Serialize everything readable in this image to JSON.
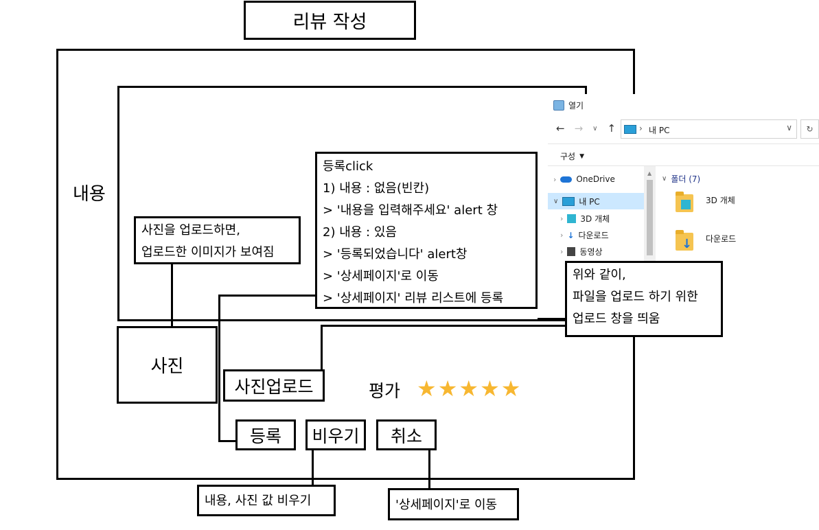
{
  "header": {
    "title": "리뷰 작성"
  },
  "form": {
    "content_label": "내용",
    "photo_label": "사진",
    "photo_upload_button": "사진업로드",
    "rating_label": "평가",
    "rating_stars": 5,
    "register_button": "등록",
    "clear_button": "비우기",
    "cancel_button": "취소"
  },
  "notes": {
    "photo_preview": [
      "사진을 업로드하면,",
      "업로드한 이미지가 보여짐"
    ],
    "register_click": [
      "등록click",
      "1) 내용 : 없음(빈칸)",
      "> '내용을 입력해주세요' alert 창",
      "2) 내용 : 있음",
      "> '등록되었습니다' alert창",
      "> '상세페이지'로 이동",
      "> '상세페이지' 리뷰 리스트에 등록"
    ],
    "upload_dialog": [
      "위와 같이,",
      "파일을 업로드 하기 위한",
      "업로드 창을 띄움"
    ],
    "clear": "내용, 사진 값 비우기",
    "cancel": "'상세페이지'로 이동"
  },
  "file_dialog": {
    "title": "열기",
    "path": "내 PC",
    "organize": "구성",
    "nav_items": [
      {
        "label": "OneDrive",
        "icon": "cloud-icon"
      },
      {
        "label": "내 PC",
        "icon": "pc-icon"
      },
      {
        "label": "3D 개체",
        "icon": "cube-icon"
      },
      {
        "label": "다운로드",
        "icon": "download-icon"
      },
      {
        "label": "동영상",
        "icon": "film-icon"
      }
    ],
    "folders_header": "폴더 (7)",
    "folders": [
      {
        "label": "3D 개체",
        "icon": "folder-3d-icon"
      },
      {
        "label": "다운로드",
        "icon": "folder-download-icon"
      }
    ]
  },
  "colors": {
    "star": "#F7B731",
    "onedrive": "#1E74D6",
    "pc": "#2A9FD8",
    "folder": "#F5C451"
  }
}
